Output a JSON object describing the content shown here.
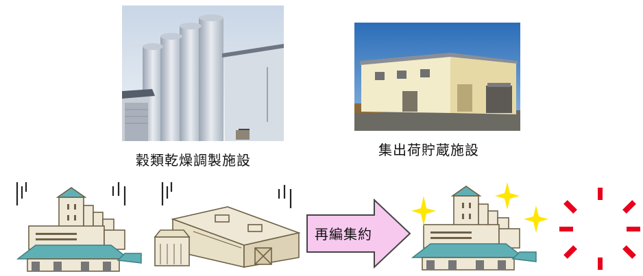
{
  "top": {
    "photo_left_caption": "穀類乾燥調製施設",
    "photo_right_caption": "集出荷貯蔵施設"
  },
  "bottom": {
    "arrow_label": "再編集約"
  },
  "colors": {
    "arrow_fill": "#f7c9ef",
    "arrow_stroke": "#444444",
    "roof_teal": "#5fb0b5",
    "sparkle_yellow": "#ffe600",
    "burst_red": "#e8001c",
    "building_beige": "#efe8d6"
  }
}
